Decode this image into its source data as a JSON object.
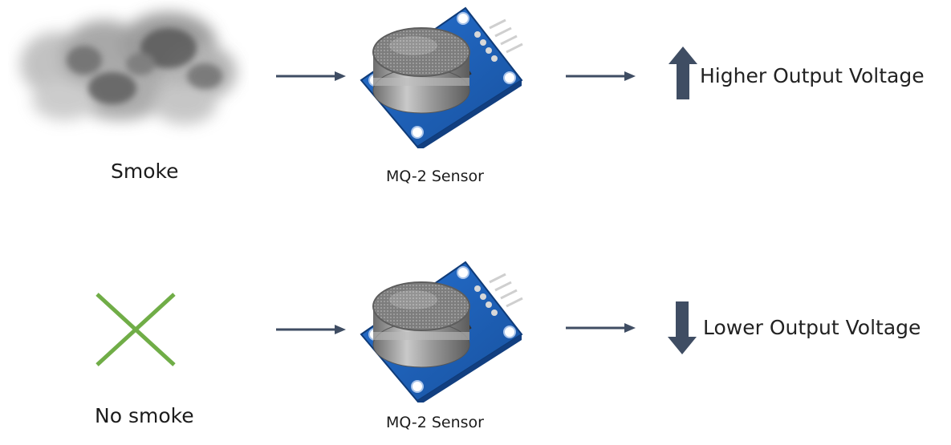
{
  "rows": [
    {
      "input_label": "Smoke",
      "input_icon": "smoke-cloud-icon",
      "sensor_label": "MQ-2 Sensor",
      "sensor_icon": "mq2-sensor-icon",
      "output_label": "Higher Output Voltage",
      "output_icon": "up-arrow-icon"
    },
    {
      "input_label": "No smoke",
      "input_icon": "x-mark-icon",
      "sensor_label": "MQ-2 Sensor",
      "sensor_icon": "mq2-sensor-icon",
      "output_label": "Lower Output Voltage",
      "output_icon": "down-arrow-icon"
    }
  ],
  "colors": {
    "arrow": "#3f4d63",
    "x_mark": "#70ad47",
    "board": "#1d5fb5",
    "board_dark": "#123f80",
    "can_metal": "#8a8a8a",
    "smoke": "#4a4a4a"
  }
}
